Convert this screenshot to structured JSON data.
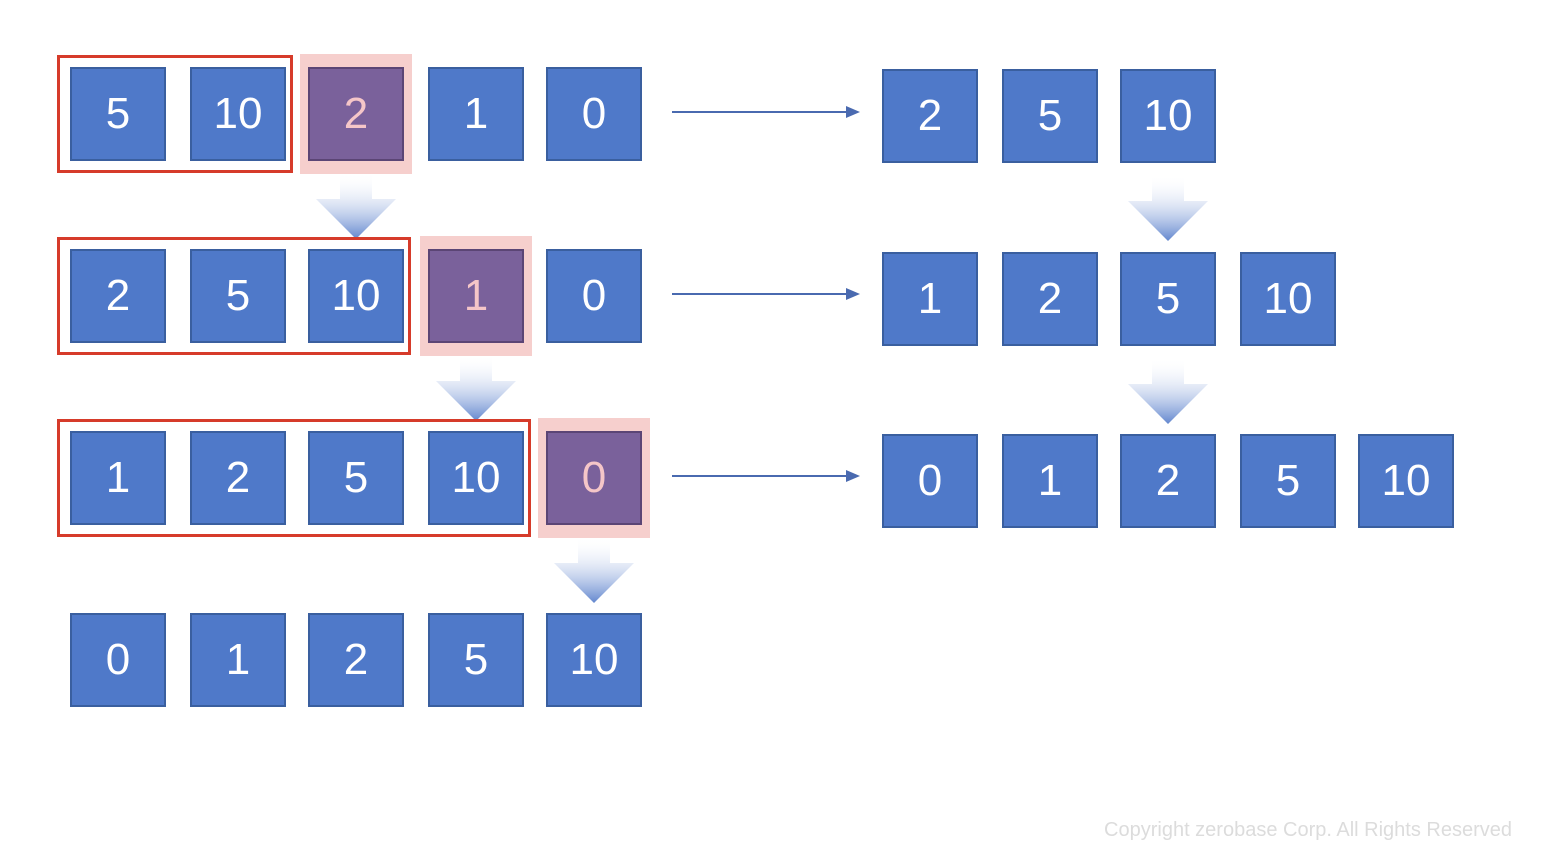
{
  "colors": {
    "box_fill": "#4f79c9",
    "box_border": "#3a5f9f",
    "current_fill": "#7a619b",
    "current_text": "#f5c6c8",
    "highlight": "#f6cfcd",
    "sorted_frame": "#d63b2a",
    "arrow": "#4a6ab0"
  },
  "steps": [
    {
      "values": [
        "5",
        "10",
        "2",
        "1",
        "0"
      ],
      "sorted_count": 2,
      "current_index": 2
    },
    {
      "values": [
        "2",
        "5",
        "10",
        "1",
        "0"
      ],
      "sorted_count": 3,
      "current_index": 3
    },
    {
      "values": [
        "1",
        "2",
        "5",
        "10",
        "0"
      ],
      "sorted_count": 4,
      "current_index": 4
    },
    {
      "values": [
        "0",
        "1",
        "2",
        "5",
        "10"
      ],
      "sorted_count": 0,
      "current_index": -1
    }
  ],
  "results": [
    {
      "values": [
        "2",
        "5",
        "10"
      ]
    },
    {
      "values": [
        "1",
        "2",
        "5",
        "10"
      ]
    },
    {
      "values": [
        "0",
        "1",
        "2",
        "5",
        "10"
      ]
    }
  ],
  "footer": {
    "copyright": "Copyright zerobase Corp. All Rights Reserved"
  }
}
